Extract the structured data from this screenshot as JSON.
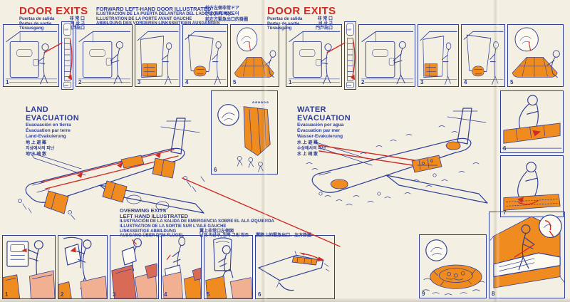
{
  "palette": {
    "background": "#f3efe2",
    "ink_blue": "#2e3d96",
    "accent_red": "#cf2b24",
    "slide_orange": "#ef8b1f",
    "seat_salmon": "#f2b093"
  },
  "door_exits_left": {
    "title": "DOOR EXITS",
    "languages": [
      {
        "latin": "Puertas de salida",
        "cjk": "非 常 口"
      },
      {
        "latin": "Portes de sortie",
        "cjk": "비 상 구"
      },
      {
        "latin": "Türausgang",
        "cjk": "門戸出口"
      }
    ]
  },
  "door_exits_right": {
    "title": "DOOR EXITS",
    "languages": [
      {
        "latin": "Puertas de salida",
        "cjk": "非 常 口"
      },
      {
        "latin": "Portes de sortie",
        "cjk": "비 상 구"
      },
      {
        "latin": "Türausgang",
        "cjk": "門戸出口"
      }
    ]
  },
  "forward_door_heading": {
    "lines": [
      "FORWARD LEFT-HAND DOOR ILLUSTRATED",
      "ILUSTRACIÓN DE LA PUERTA DELANTERA DEL LADO IZQUIERDO",
      "ILLUSTRATION DE LA PORTE AVANT GAUCHE",
      "ABBILDUNG DES VORDEREN LINKSSEITIGEN AUSGANGES"
    ],
    "cjk_lines": [
      "前方左側非常ドア",
      "전방 좌측 비상도어",
      "前左方緊急出口的掛圖"
    ]
  },
  "land_evacuation": {
    "title_line1": "LAND",
    "title_line2": "EVACUATION",
    "subtitles": [
      "Evacuación en tierra",
      "Évacuation par terre",
      "Land-Evakuierung"
    ],
    "cjk_subtitles": [
      "地 上 避 難",
      "지상에서의  피난",
      "地 上 疏 散"
    ]
  },
  "water_evacuation": {
    "title_line1": "WATER",
    "title_line2": "EVACUATION",
    "subtitles": [
      "Evacuación por agua",
      "Évacuation par mer",
      "Wasser-Evakuierung"
    ],
    "cjk_subtitles": [
      "水 上 避 難",
      "수상에서의  피난",
      "水 上 疏 散"
    ]
  },
  "overwing_exits": {
    "line1": "OVERWING EXITS",
    "line2": "LEFT HAND ILLUSTRATED",
    "line3": "ILUSTRACIÓN DE LA SALIDA DE EMERGENCIA SOBRE EL ALA IZQUIERDA",
    "line4": "ILLUSTRATION DE LA SORTIE SUR L'AILE GAUCHE",
    "line5_de": "LINKSSEITIGE ABBILDUNG",
    "line5_cjk": "翼上非常口左側図",
    "line6_de": "AUSGANG ÜBER DEM FLÜGEL",
    "line6_kr": "날개 비상구, 왼쪽 그림 참조",
    "line6_zh": "翼膀上的緊急出口、左方掛圖"
  },
  "exit_sign": "EXIT",
  "panel_numbers": {
    "door_left": [
      "1",
      "2",
      "3",
      "4",
      "5"
    ],
    "door_right": [
      "1",
      "2",
      "3",
      "4",
      "5"
    ],
    "slide_overview": "6",
    "raft_unpack": "6",
    "raft_unfold": "7",
    "overwing_row": [
      "1",
      "2",
      "3",
      "4",
      "5",
      "6"
    ],
    "raft_inflate": "8",
    "raft_boarding": "9"
  }
}
